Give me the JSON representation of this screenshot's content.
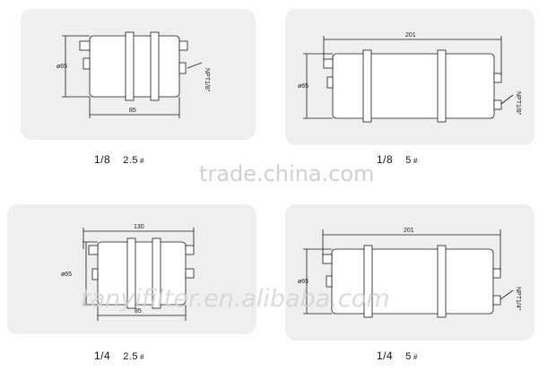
{
  "panels": [
    {
      "id": "top-left",
      "dimensions": {
        "diameter": "ø65",
        "length": "85",
        "thread": "NPT1/8\""
      },
      "caption": {
        "left": "1/8",
        "right": "2.5",
        "unit": "#"
      }
    },
    {
      "id": "top-right",
      "dimensions": {
        "diameter": "ø65",
        "length": "201",
        "thread": "NPT1/8\""
      },
      "caption": {
        "left": "1/8",
        "right": "5",
        "unit": "#"
      }
    },
    {
      "id": "bottom-left",
      "dimensions": {
        "diameter": "ø65",
        "length": "85",
        "overall": "130"
      },
      "caption": {
        "left": "1/4",
        "right": "2.5",
        "unit": "#"
      }
    },
    {
      "id": "bottom-right",
      "dimensions": {
        "diameter": "ø65",
        "length": "201",
        "thread": "NPT1/4\""
      },
      "caption": {
        "left": "1/4",
        "right": "5",
        "unit": "#"
      }
    }
  ],
  "watermarks": {
    "center": "trade.china.com",
    "bottom": "tanyifilter.en.alibaba.com"
  },
  "colors": {
    "panel_bg": "#efefef",
    "line": "#1a1a1a",
    "watermark": "#c8c8c8"
  }
}
